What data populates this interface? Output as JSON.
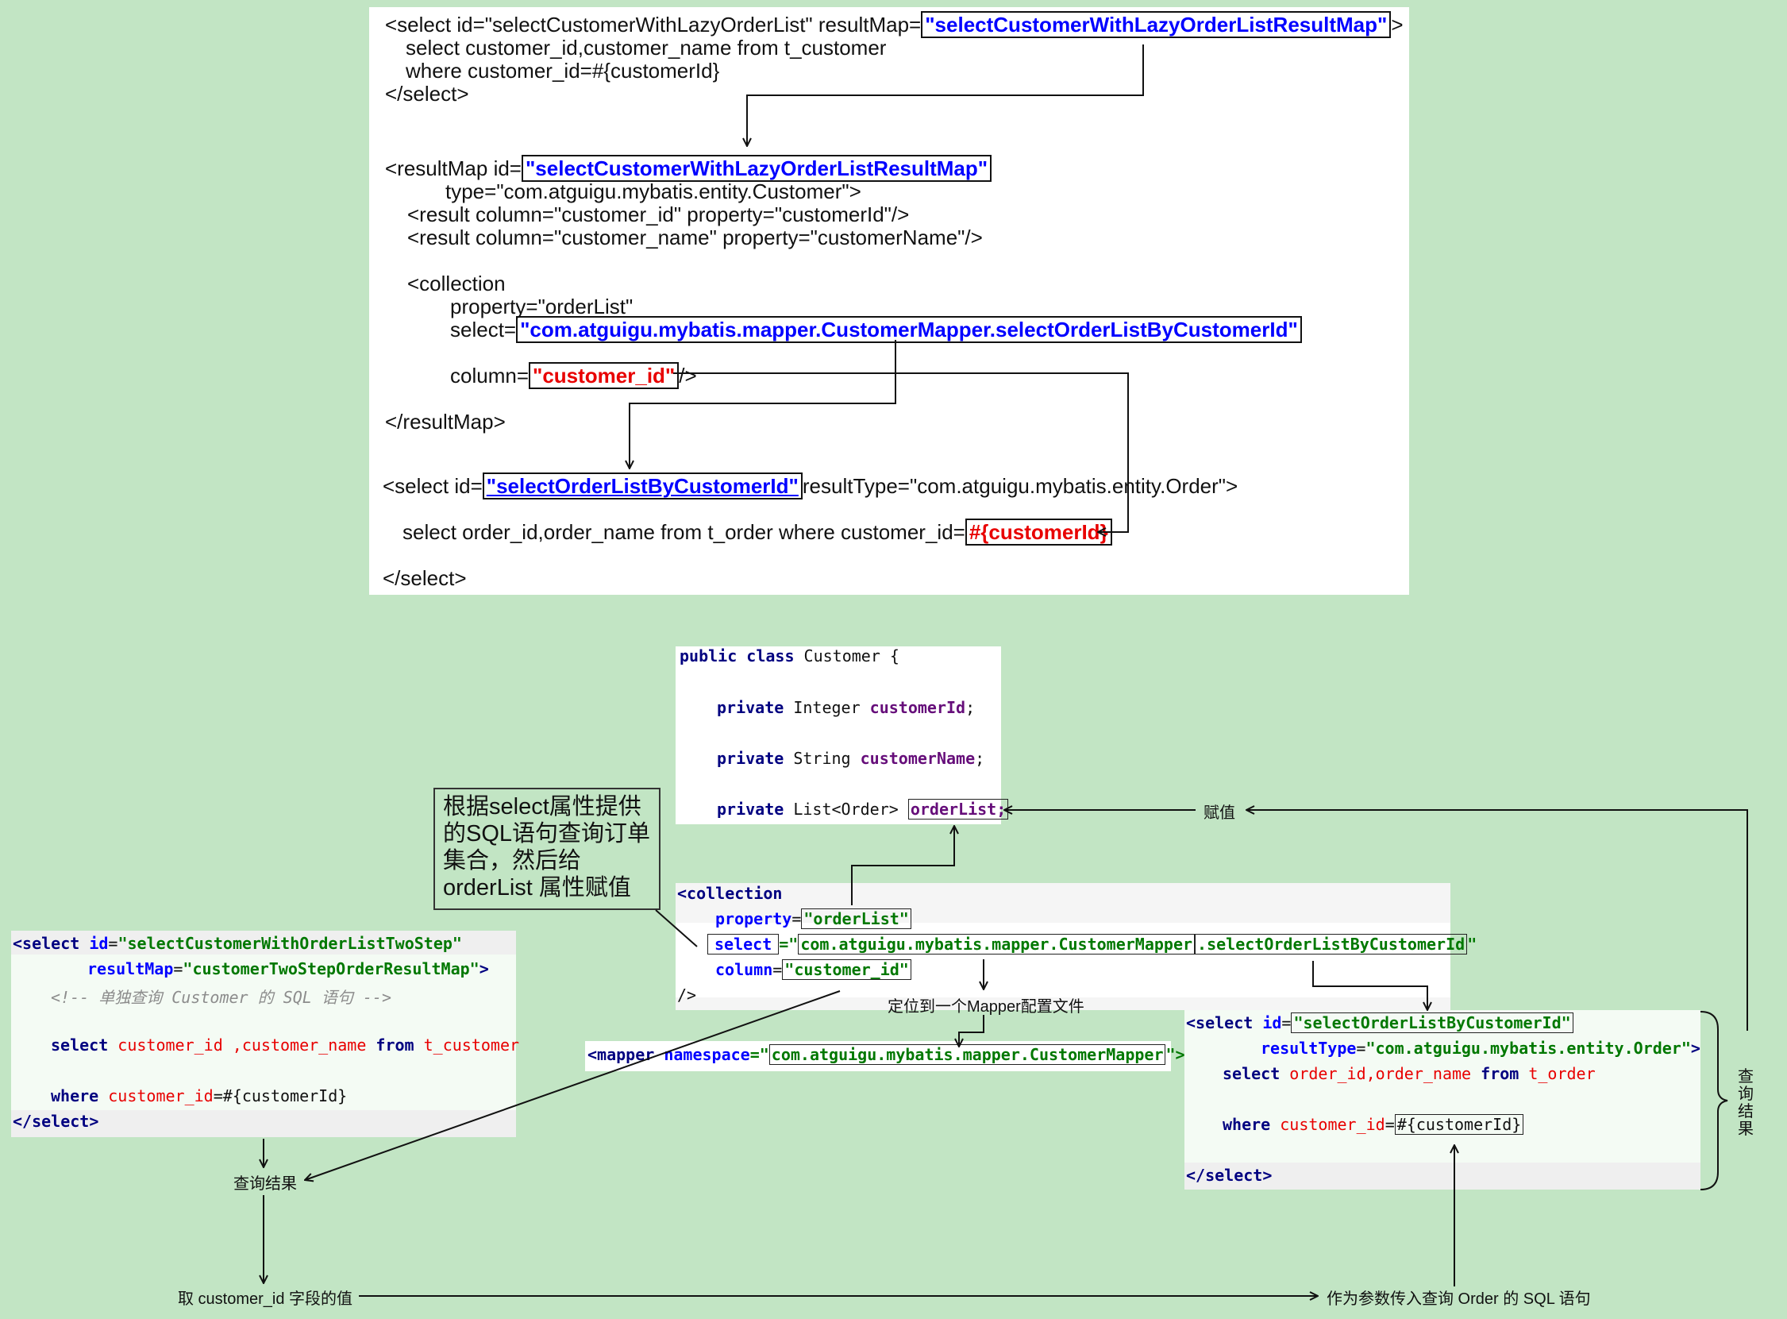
{
  "top_xml": {
    "select1": {
      "open_prefix": "<select id=\"selectCustomerWithLazyOrderList\" resultMap=",
      "result_map_ref": "\"selectCustomerWithLazyOrderListResultMap\"",
      "open_suffix": ">",
      "sql_line1": "select customer_id,customer_name from t_customer",
      "sql_line2": "where customer_id=#{customerId}",
      "close": "</select>"
    },
    "result_map": {
      "open_prefix": "<resultMap id=",
      "id_value": "\"selectCustomerWithLazyOrderListResultMap\"",
      "type_line": "type=\"com.atguigu.mybatis.entity.Customer\">",
      "result1": "<result column=\"customer_id\" property=\"customerId\"/>",
      "result2": "<result column=\"customer_name\" property=\"customerName\"/>",
      "collection_open": "<collection",
      "property_line": "property=\"orderList\"",
      "select_prefix": "select=",
      "select_value": "\"com.atguigu.mybatis.mapper.CustomerMapper.selectOrderListByCustomerId\"",
      "column_prefix": "column=",
      "column_value": "\"customer_id\"",
      "column_suffix": "/>",
      "close": "</resultMap>"
    },
    "select2": {
      "open_prefix": "<select id=",
      "id_value": "\"selectOrderListByCustomerId\"",
      "open_suffix": "resultType=\"com.atguigu.mybatis.entity.Order\">",
      "sql_prefix": "select order_id,order_name from t_order where customer_id=",
      "sql_param": "#{customerId}",
      "close": "</select>"
    }
  },
  "customer_class": {
    "line1_kw": "public class",
    "line1_rest": " Customer {",
    "fields": [
      {
        "mod": "private",
        "type": " Integer ",
        "name": "customerId",
        "end": ";"
      },
      {
        "mod": "private",
        "type": " String ",
        "name": "customerName",
        "end": ";"
      },
      {
        "mod": "private",
        "type": " List<Order> ",
        "name": "orderList;",
        "end": ""
      }
    ]
  },
  "collection_snippet": {
    "open": "<collection",
    "property_attr": "property",
    "property_value": "\"orderList\"",
    "select_attr": "select",
    "select_quote": "=\"",
    "select_namespace": "com.atguigu.mybatis.mapper.CustomerMapper",
    "select_method": ".selectOrderListByCustomerId",
    "select_end": "\"",
    "column_attr": "column",
    "column_value": "\"customer_id\"",
    "close": "/>"
  },
  "left_select": {
    "line1_tag": "<select ",
    "line1_attr": "id",
    "line1_value": "\"selectCustomerWithOrderListTwoStep\"",
    "line2_attr": "resultMap",
    "line2_value": "\"customerTwoStepOrderResultMap\"",
    "line2_end": ">",
    "comment": "<!-- 单独查询 Customer 的 SQL 语句 -->",
    "sql_kw": "select ",
    "sql_cols": "customer_id ,customer_name ",
    "sql_from": "from ",
    "sql_table": "t_customer",
    "where_kw": "where ",
    "where_col": "customer_id",
    "where_rest": "=#{customerId}",
    "close": "</select>"
  },
  "mapper_line": {
    "tag": "<mapper ",
    "attr": "namespace",
    "eq": "=\"",
    "value": "com.atguigu.mybatis.mapper.CustomerMapper",
    "end": "\">"
  },
  "right_select": {
    "tag": "<select ",
    "id_attr": "id",
    "id_value": "\"selectOrderListByCustomerId\"",
    "type_attr": "resultType",
    "type_value": "\"com.atguigu.mybatis.entity.Order\"",
    "type_end": ">",
    "sql_kw": "select ",
    "sql_cols": "order_id,order_name ",
    "sql_from": "from ",
    "sql_table": "t_order",
    "where_kw": "where ",
    "where_col": "customer_id",
    "where_eq": "=",
    "where_param": "#{customerId}",
    "close": "</select>"
  },
  "annotations": {
    "callout": "根据select属性提供的SQL语句查询订单集合，然后给orderList 属性赋值",
    "assign": "赋值",
    "locate_mapper": "定位到一个Mapper配置文件",
    "query_result_left": "查询结果",
    "take_field": "取 customer_id 字段的值",
    "pass_param": "作为参数传入查询 Order 的 SQL 语句",
    "query_result_right": "查询结果"
  }
}
